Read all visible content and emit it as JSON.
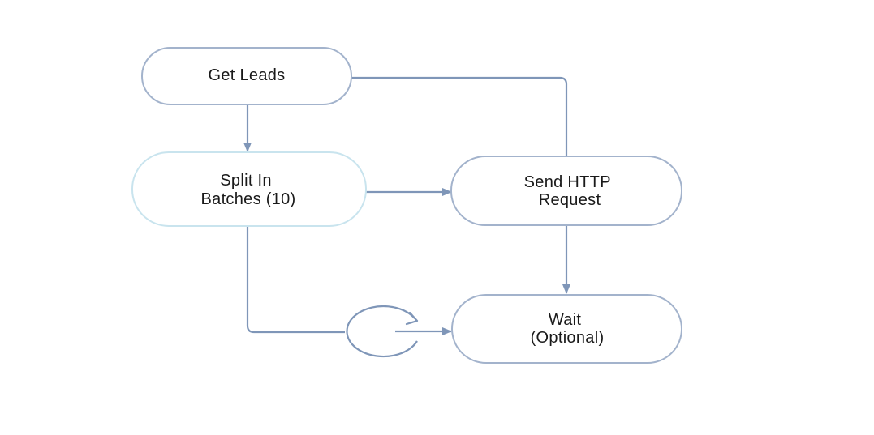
{
  "nodes": {
    "get_leads": {
      "lines": [
        "Get Leads"
      ]
    },
    "split_in_batches": {
      "lines": [
        "Split In",
        "Batches (10)"
      ]
    },
    "send_http_request": {
      "lines": [
        "Send HTTP",
        "Request"
      ]
    },
    "wait": {
      "lines": [
        "Wait",
        "(Optional)"
      ]
    }
  },
  "colors": {
    "node_border": "#a3b3cc",
    "node_border_light": "#c9e4ee",
    "connector": "#7f96b8",
    "text": "#1a1a1a",
    "background": "#ffffff"
  },
  "icons": {
    "loop": "circular-arrow-icon"
  }
}
